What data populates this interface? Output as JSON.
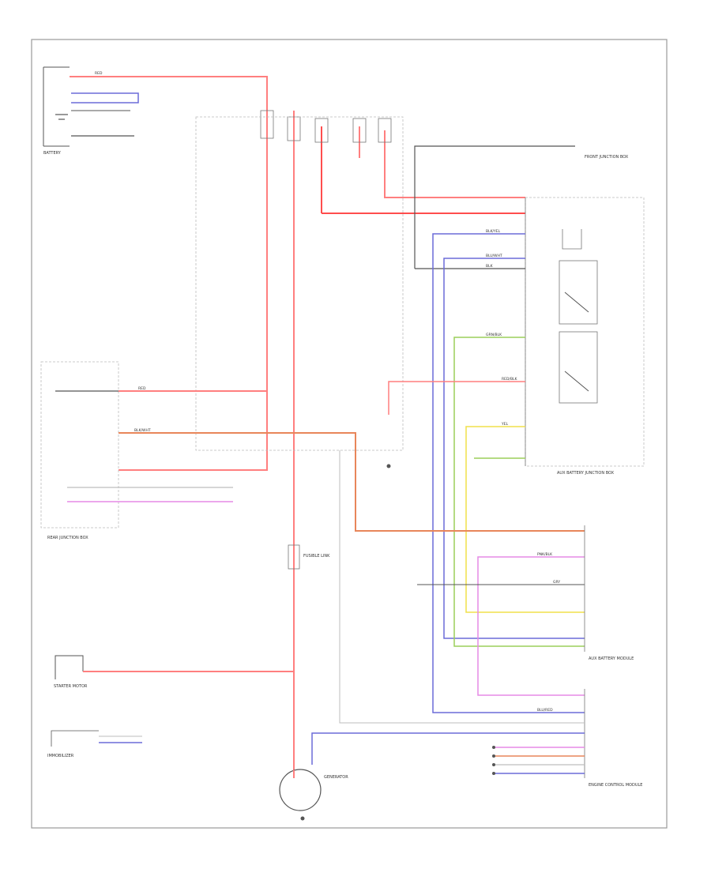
{
  "diagram": {
    "title": "",
    "footer_code": "",
    "colors": {
      "red": "#ff7f7f",
      "dark_red": "#ff4d4d",
      "orange": "#e8865a",
      "blue": "#6b6bd9",
      "pink": "#e68ae6",
      "yellow": "#f0e04a",
      "green": "#9ccf5a",
      "black": "#555555",
      "gray": "#bdbdbd",
      "frame": "#9a9a9a"
    },
    "components": {
      "battery": "BATTERY",
      "generator": "GENERATOR",
      "aux_battery_junction": "AUX BATTERY JUNCTION BOX",
      "front_junction": "FRONT JUNCTION BOX",
      "rear_junction": "REAR JUNCTION BOX",
      "starter_motor": "STARTER MOTOR",
      "engine_control": "ENGINE CONTROL MODULE",
      "aux_battery_module": "AUX BATTERY MODULE",
      "immobilizer": "IMMOBILIZER",
      "fusible_link": "FUSIBLE LINK"
    },
    "wire_labels": [
      "RED",
      "RED",
      "BLU/WHT",
      "BLK",
      "BLK/YEL",
      "GRN/BLK",
      "YEL",
      "RED/BLK",
      "PNK/BLK",
      "BLU/RED",
      "GRY",
      "BLK/WHT"
    ]
  }
}
